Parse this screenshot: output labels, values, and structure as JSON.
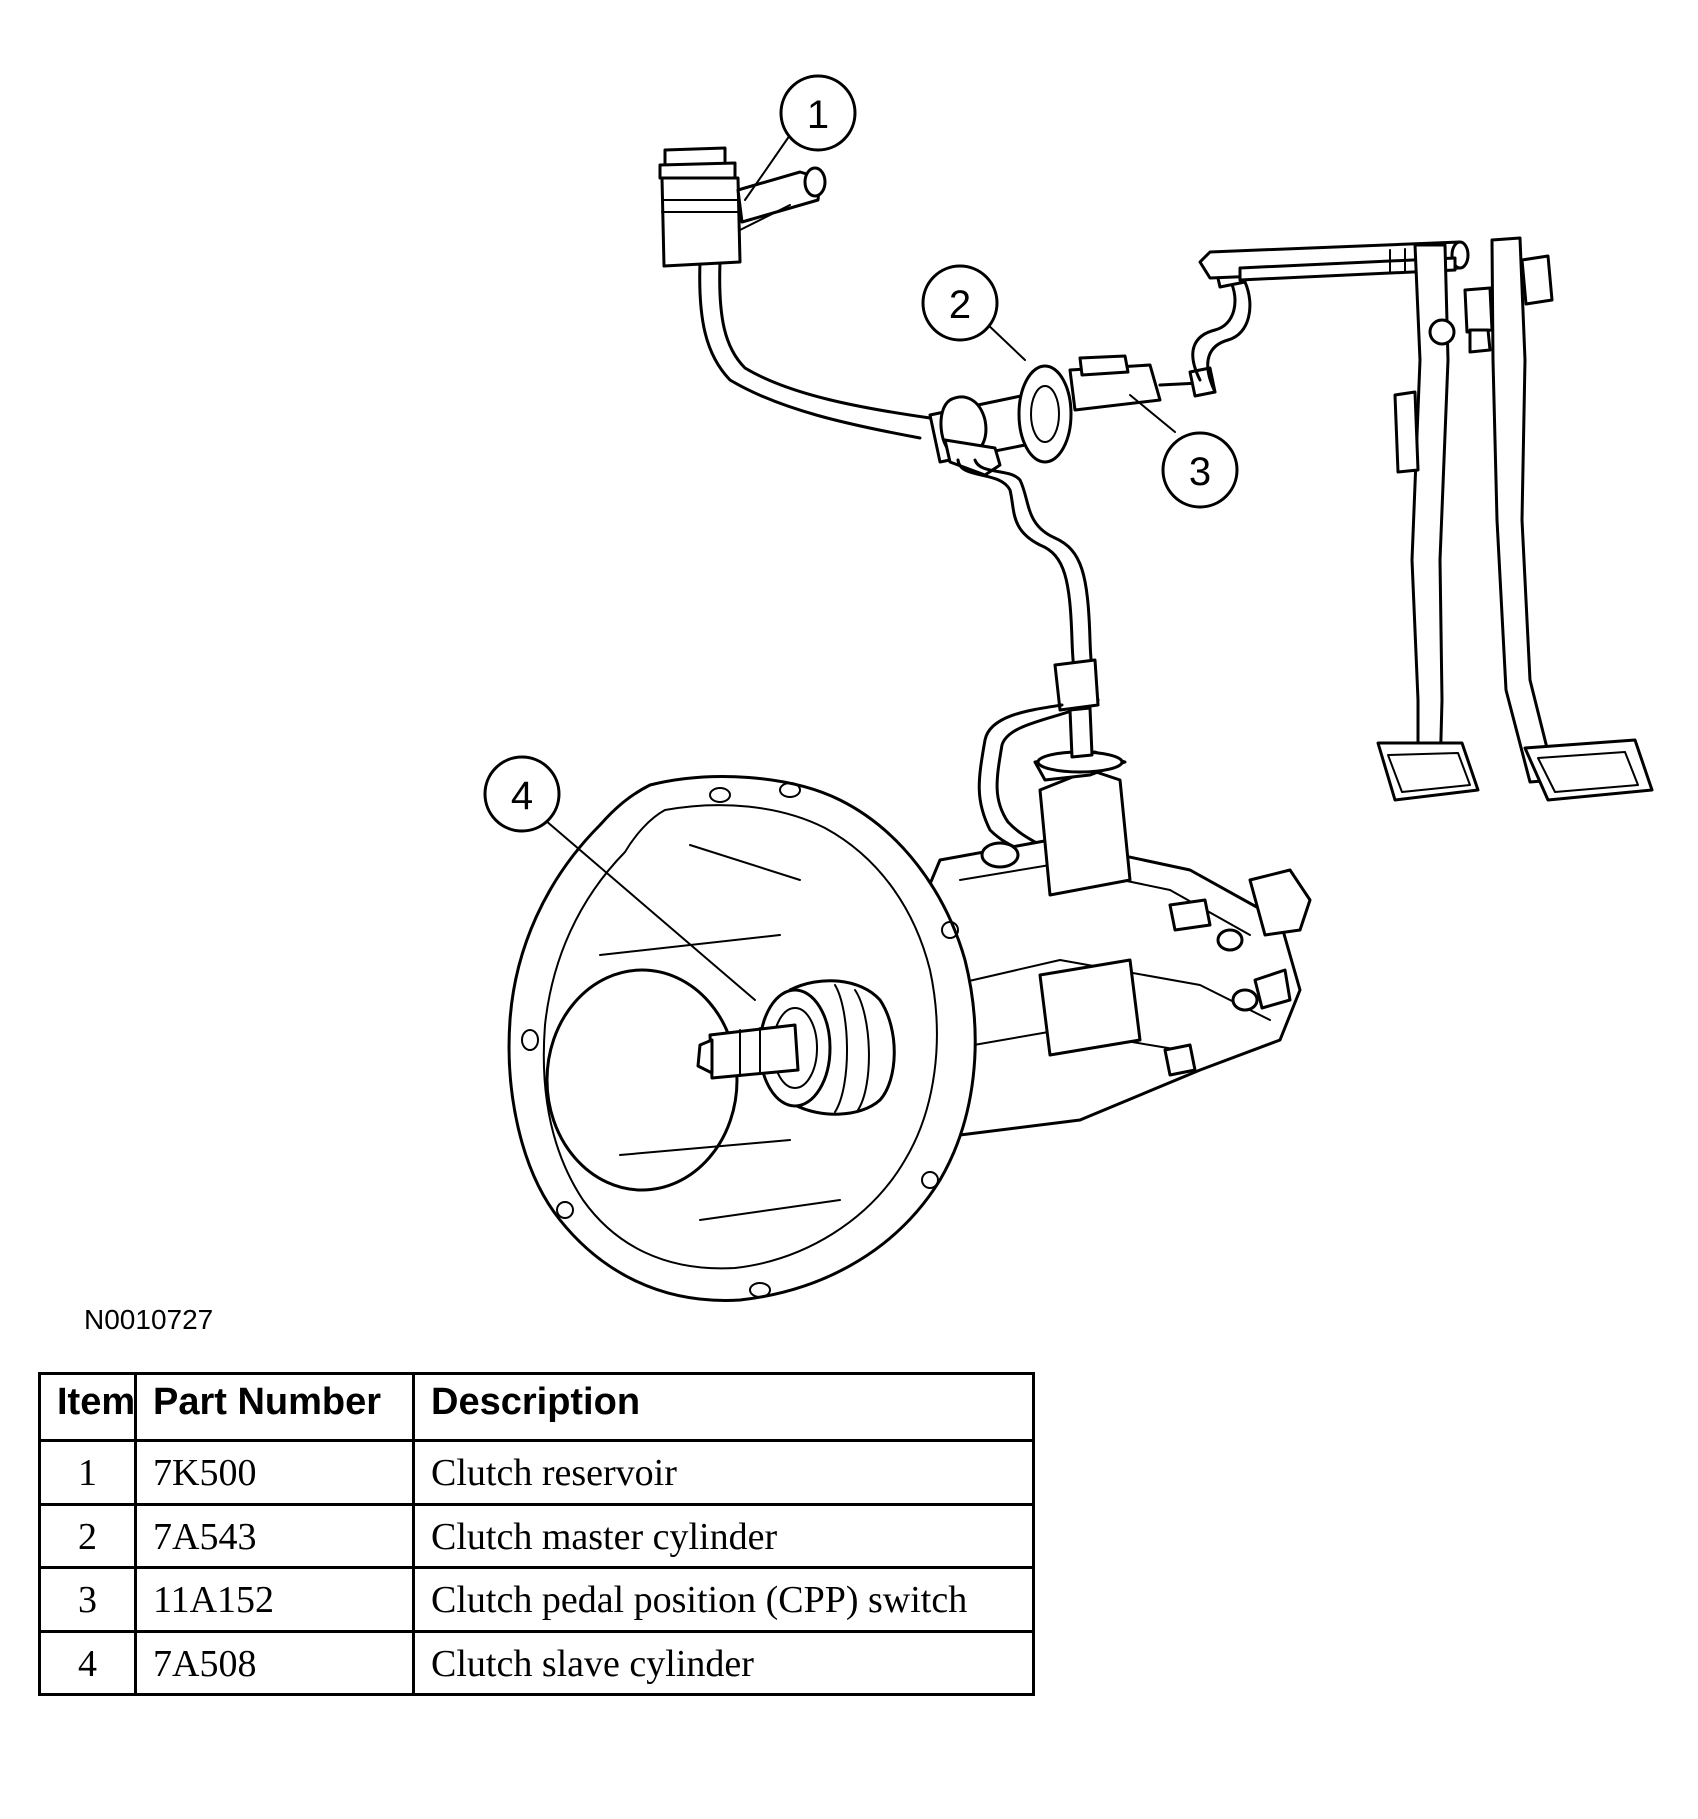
{
  "figure_id": "N0010727",
  "callouts": [
    {
      "num": "1",
      "icon": "clutch-reservoir-icon"
    },
    {
      "num": "2",
      "icon": "clutch-master-cylinder-icon"
    },
    {
      "num": "3",
      "icon": "cpp-switch-icon"
    },
    {
      "num": "4",
      "icon": "clutch-slave-cylinder-icon"
    }
  ],
  "table": {
    "headers": {
      "item": "Item",
      "part_number": "Part Number",
      "description": "Description"
    },
    "rows": [
      {
        "item": "1",
        "part_number": "7K500",
        "description": "Clutch reservoir"
      },
      {
        "item": "2",
        "part_number": "7A543",
        "description": "Clutch master cylinder"
      },
      {
        "item": "3",
        "part_number": "11A152",
        "description": "Clutch pedal position (CPP) switch"
      },
      {
        "item": "4",
        "part_number": "7A508",
        "description": "Clutch slave cylinder"
      }
    ]
  }
}
